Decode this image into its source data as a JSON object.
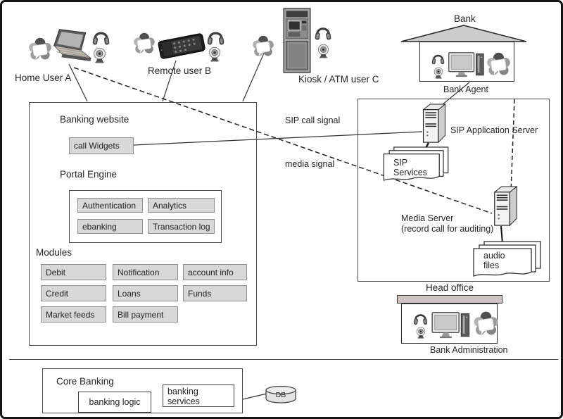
{
  "users": {
    "home": {
      "label": "Home User A"
    },
    "remote": {
      "label": "Remote user B"
    },
    "kiosk": {
      "label": "Kiosk / ATM user C"
    }
  },
  "bank": {
    "label": "Bank",
    "agent": "Bank Agent"
  },
  "website": {
    "title": "Banking website",
    "call_widgets": "call Widgets",
    "portal_title": "Portal Engine",
    "portal": [
      "Authentication",
      "Analytics",
      "ebanking",
      "Transaction log"
    ],
    "modules_title": "Modules",
    "modules": [
      "Debit",
      "Notification",
      "account info",
      "Credit",
      "Loans",
      "Funds",
      "Market feeds",
      "Bill payment"
    ]
  },
  "signals": {
    "sip": "SIP call signal",
    "media": "media signal"
  },
  "servers": {
    "sip_label": "SIP Application Server",
    "sip_services": [
      "SIP",
      "Services"
    ],
    "media_label": "Media Server",
    "media_note": "(record call for auditing)",
    "audio_files": [
      "audio",
      "files"
    ]
  },
  "head_office": {
    "label": "Head office",
    "admin": "Bank Administration"
  },
  "core": {
    "title": "Core Banking",
    "logic": "banking logic",
    "services": "banking services",
    "db": "DB"
  },
  "colors": {
    "component_box_fill": "#d8d8d8",
    "component_box_border": "#8f8f8f",
    "outline_box_border": "#4a4a4a",
    "connector": "#333333",
    "bank_roof": "#cccccc",
    "office_roof": "#cfc3c3",
    "page_border": "#151515"
  },
  "icons": {
    "person-flower-icon": "gray flower of petals with white speech bubble",
    "laptop-icon": "gray laptop 3/4 view",
    "headphones-icon": "dark headphones",
    "webcam-icon": "ball webcam on stand",
    "smartphone-icon": "dark smartphone, tilted",
    "atm-kiosk-icon": "tall ATM kiosk machine",
    "server-icon": "3D server tower with vents",
    "documents-icon": "stack of three pages with wavy bottom",
    "desktop-pc-icon": "monitor with tower unit",
    "database-icon": "DB cylinder"
  }
}
